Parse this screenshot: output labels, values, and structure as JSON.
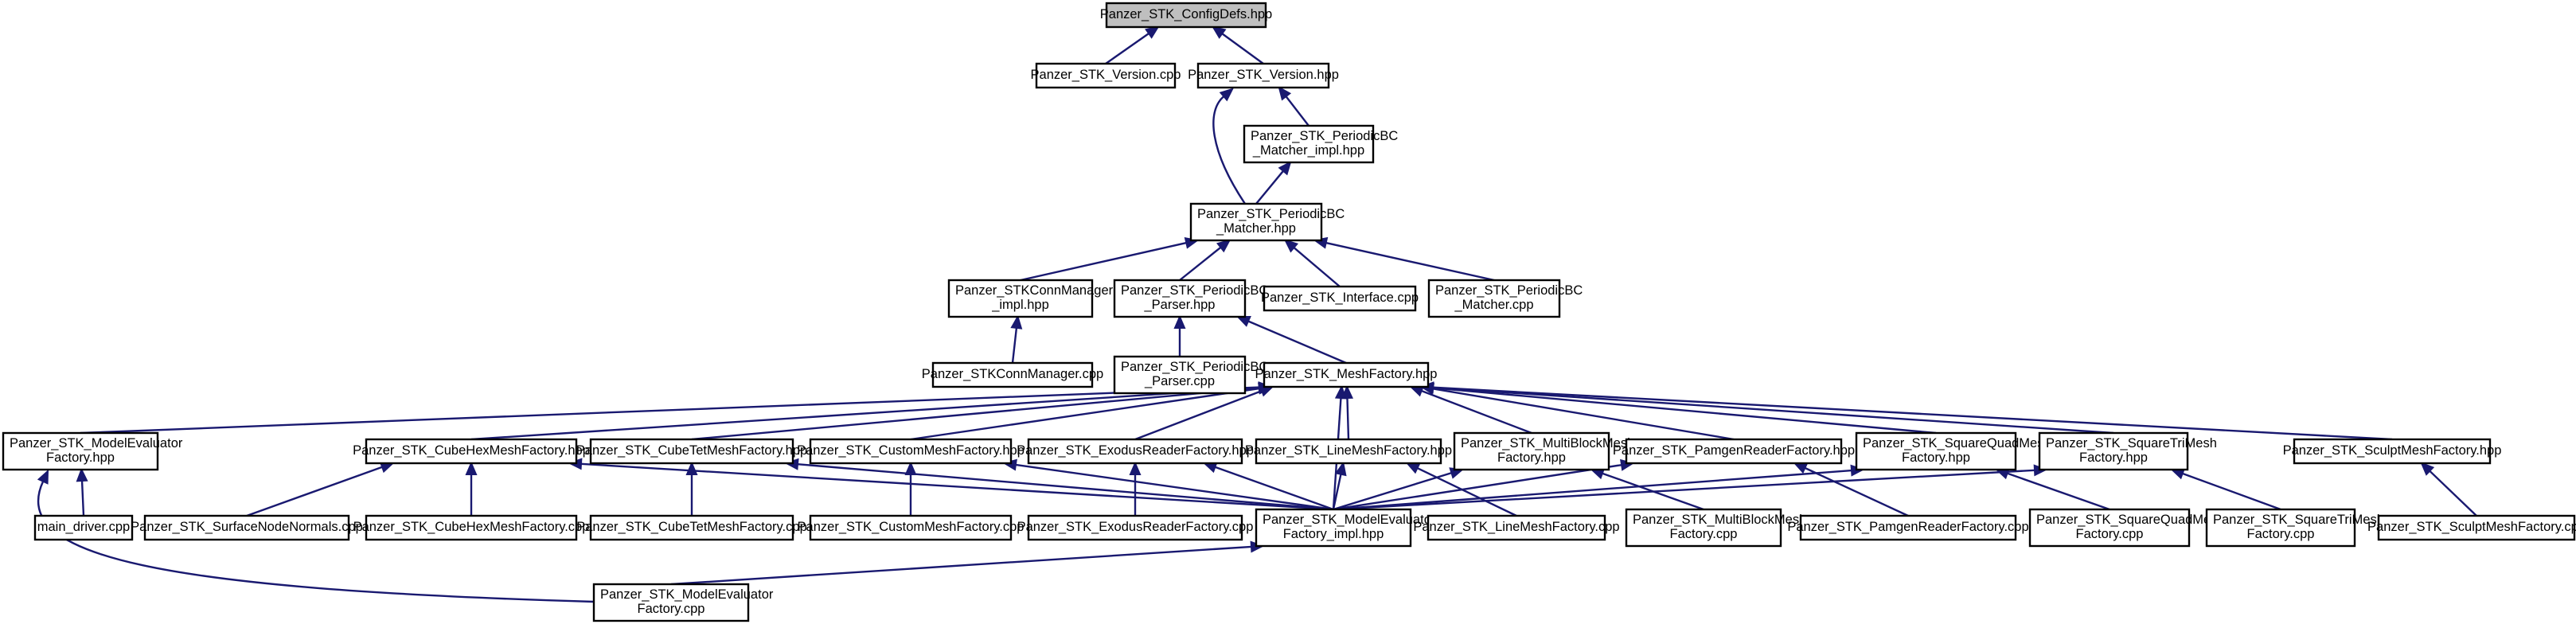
{
  "graph": {
    "colors": {
      "edge": "#191970",
      "node_border": "#000000",
      "node_fill": "#ffffff",
      "root_fill": "#bfbfbf"
    },
    "nodes": [
      {
        "id": "configdefs",
        "lines": [
          "Panzer_STK_ConfigDefs.hpp"
        ]
      },
      {
        "id": "version_cpp",
        "lines": [
          "Panzer_STK_Version.cpp"
        ]
      },
      {
        "id": "version_hpp",
        "lines": [
          "Panzer_STK_Version.hpp"
        ]
      },
      {
        "id": "pbc_matcher_impl",
        "lines": [
          "Panzer_STK_PeriodicBC",
          "_Matcher_impl.hpp"
        ]
      },
      {
        "id": "pbc_matcher_hpp",
        "lines": [
          "Panzer_STK_PeriodicBC",
          "_Matcher.hpp"
        ]
      },
      {
        "id": "connmgr_impl",
        "lines": [
          "Panzer_STKConnManager",
          "_impl.hpp"
        ]
      },
      {
        "id": "pbc_parser_hpp",
        "lines": [
          "Panzer_STK_PeriodicBC",
          "_Parser.hpp"
        ]
      },
      {
        "id": "interface_cpp",
        "lines": [
          "Panzer_STK_Interface.cpp"
        ]
      },
      {
        "id": "pbc_matcher_cpp",
        "lines": [
          "Panzer_STK_PeriodicBC",
          "_Matcher.cpp"
        ]
      },
      {
        "id": "connmgr_cpp",
        "lines": [
          "Panzer_STKConnManager.cpp"
        ]
      },
      {
        "id": "pbc_parser_cpp",
        "lines": [
          "Panzer_STK_PeriodicBC",
          "_Parser.cpp"
        ]
      },
      {
        "id": "meshfactory",
        "lines": [
          "Panzer_STK_MeshFactory.hpp"
        ]
      },
      {
        "id": "mef_hpp",
        "lines": [
          "Panzer_STK_ModelEvaluator",
          "Factory.hpp"
        ]
      },
      {
        "id": "cubehex_hpp",
        "lines": [
          "Panzer_STK_CubeHexMeshFactory.hpp"
        ]
      },
      {
        "id": "cubetet_hpp",
        "lines": [
          "Panzer_STK_CubeTetMeshFactory.hpp"
        ]
      },
      {
        "id": "custom_hpp",
        "lines": [
          "Panzer_STK_CustomMeshFactory.hpp"
        ]
      },
      {
        "id": "exodus_hpp",
        "lines": [
          "Panzer_STK_ExodusReaderFactory.hpp"
        ]
      },
      {
        "id": "line_hpp",
        "lines": [
          "Panzer_STK_LineMeshFactory.hpp"
        ]
      },
      {
        "id": "multiblock_hpp",
        "lines": [
          "Panzer_STK_MultiBlockMesh",
          "Factory.hpp"
        ]
      },
      {
        "id": "pamgen_hpp",
        "lines": [
          "Panzer_STK_PamgenReaderFactory.hpp"
        ]
      },
      {
        "id": "squarequad_hpp",
        "lines": [
          "Panzer_STK_SquareQuadMesh",
          "Factory.hpp"
        ]
      },
      {
        "id": "squaretri_hpp",
        "lines": [
          "Panzer_STK_SquareTriMesh",
          "Factory.hpp"
        ]
      },
      {
        "id": "sculpt_hpp",
        "lines": [
          "Panzer_STK_SculptMeshFactory.hpp"
        ]
      },
      {
        "id": "main_driver",
        "lines": [
          "main_driver.cpp"
        ]
      },
      {
        "id": "surfnormals",
        "lines": [
          "Panzer_STK_SurfaceNodeNormals.cpp"
        ]
      },
      {
        "id": "cubehex_cpp",
        "lines": [
          "Panzer_STK_CubeHexMeshFactory.cpp"
        ]
      },
      {
        "id": "cubetet_cpp",
        "lines": [
          "Panzer_STK_CubeTetMeshFactory.cpp"
        ]
      },
      {
        "id": "custom_cpp",
        "lines": [
          "Panzer_STK_CustomMeshFactory.cpp"
        ]
      },
      {
        "id": "exodus_cpp",
        "lines": [
          "Panzer_STK_ExodusReaderFactory.cpp"
        ]
      },
      {
        "id": "mef_impl",
        "lines": [
          "Panzer_STK_ModelEvaluator",
          "Factory_impl.hpp"
        ]
      },
      {
        "id": "line_cpp",
        "lines": [
          "Panzer_STK_LineMeshFactory.cpp"
        ]
      },
      {
        "id": "multiblock_cpp",
        "lines": [
          "Panzer_STK_MultiBlockMesh",
          "Factory.cpp"
        ]
      },
      {
        "id": "pamgen_cpp",
        "lines": [
          "Panzer_STK_PamgenReaderFactory.cpp"
        ]
      },
      {
        "id": "squarequad_cpp",
        "lines": [
          "Panzer_STK_SquareQuadMesh",
          "Factory.cpp"
        ]
      },
      {
        "id": "squaretri_cpp",
        "lines": [
          "Panzer_STK_SquareTriMesh",
          "Factory.cpp"
        ]
      },
      {
        "id": "sculpt_cpp",
        "lines": [
          "Panzer_STK_SculptMeshFactory.cpp"
        ]
      },
      {
        "id": "mef_cpp",
        "lines": [
          "Panzer_STK_ModelEvaluator",
          "Factory.cpp"
        ]
      }
    ],
    "edges": [
      {
        "from": "version_cpp",
        "to": "configdefs"
      },
      {
        "from": "version_hpp",
        "to": "configdefs"
      },
      {
        "from": "pbc_matcher_impl",
        "to": "version_hpp"
      },
      {
        "from": "pbc_matcher_hpp",
        "to": "version_hpp"
      },
      {
        "from": "pbc_matcher_hpp",
        "to": "pbc_matcher_impl"
      },
      {
        "from": "connmgr_impl",
        "to": "pbc_matcher_hpp"
      },
      {
        "from": "pbc_parser_hpp",
        "to": "pbc_matcher_hpp"
      },
      {
        "from": "interface_cpp",
        "to": "pbc_matcher_hpp"
      },
      {
        "from": "pbc_matcher_cpp",
        "to": "pbc_matcher_hpp"
      },
      {
        "from": "connmgr_cpp",
        "to": "connmgr_impl"
      },
      {
        "from": "pbc_parser_cpp",
        "to": "pbc_parser_hpp"
      },
      {
        "from": "meshfactory",
        "to": "pbc_parser_hpp"
      },
      {
        "from": "mef_hpp",
        "to": "meshfactory"
      },
      {
        "from": "cubehex_hpp",
        "to": "meshfactory"
      },
      {
        "from": "cubetet_hpp",
        "to": "meshfactory"
      },
      {
        "from": "custom_hpp",
        "to": "meshfactory"
      },
      {
        "from": "exodus_hpp",
        "to": "meshfactory"
      },
      {
        "from": "line_hpp",
        "to": "meshfactory"
      },
      {
        "from": "multiblock_hpp",
        "to": "meshfactory"
      },
      {
        "from": "pamgen_hpp",
        "to": "meshfactory"
      },
      {
        "from": "squarequad_hpp",
        "to": "meshfactory"
      },
      {
        "from": "squaretri_hpp",
        "to": "meshfactory"
      },
      {
        "from": "sculpt_hpp",
        "to": "meshfactory"
      },
      {
        "from": "mef_impl",
        "to": "meshfactory"
      },
      {
        "from": "main_driver",
        "to": "mef_hpp"
      },
      {
        "from": "mef_cpp",
        "to": "mef_hpp"
      },
      {
        "from": "surfnormals",
        "to": "cubehex_hpp"
      },
      {
        "from": "cubehex_cpp",
        "to": "cubehex_hpp"
      },
      {
        "from": "mef_impl",
        "to": "cubehex_hpp"
      },
      {
        "from": "cubetet_cpp",
        "to": "cubetet_hpp"
      },
      {
        "from": "mef_impl",
        "to": "cubetet_hpp"
      },
      {
        "from": "custom_cpp",
        "to": "custom_hpp"
      },
      {
        "from": "mef_impl",
        "to": "custom_hpp"
      },
      {
        "from": "exodus_cpp",
        "to": "exodus_hpp"
      },
      {
        "from": "mef_impl",
        "to": "exodus_hpp"
      },
      {
        "from": "mef_impl",
        "to": "line_hpp"
      },
      {
        "from": "line_cpp",
        "to": "line_hpp"
      },
      {
        "from": "mef_impl",
        "to": "multiblock_hpp"
      },
      {
        "from": "multiblock_cpp",
        "to": "multiblock_hpp"
      },
      {
        "from": "mef_impl",
        "to": "pamgen_hpp"
      },
      {
        "from": "pamgen_cpp",
        "to": "pamgen_hpp"
      },
      {
        "from": "mef_impl",
        "to": "squarequad_hpp"
      },
      {
        "from": "squarequad_cpp",
        "to": "squarequad_hpp"
      },
      {
        "from": "mef_impl",
        "to": "squaretri_hpp"
      },
      {
        "from": "squaretri_cpp",
        "to": "squaretri_hpp"
      },
      {
        "from": "sculpt_cpp",
        "to": "sculpt_hpp"
      },
      {
        "from": "mef_cpp",
        "to": "mef_impl"
      }
    ]
  }
}
